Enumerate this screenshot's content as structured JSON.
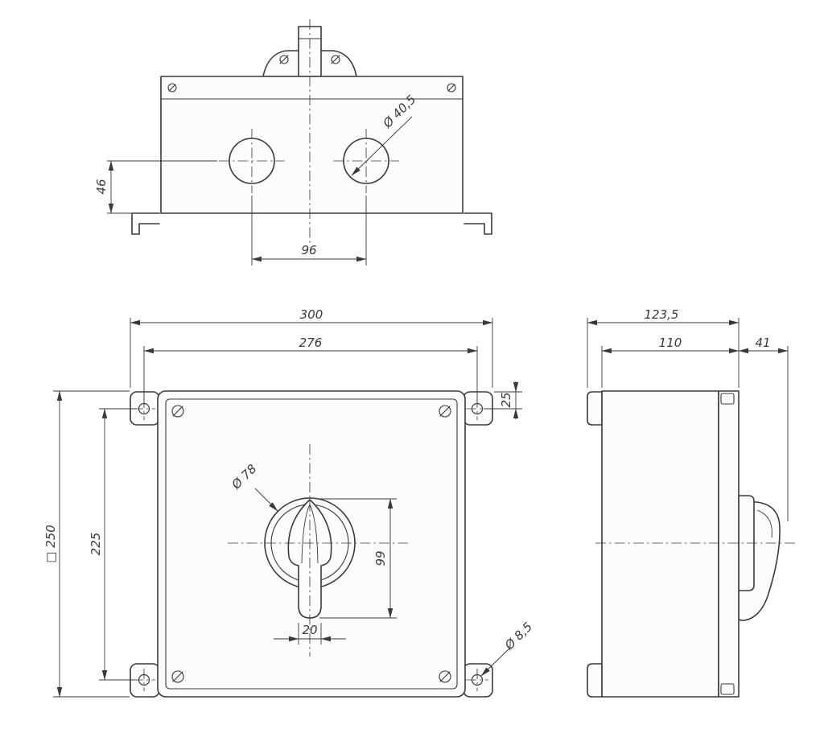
{
  "colors": {
    "line": "#3a3a3a",
    "face": "#fcfcfc",
    "bg": "#ffffff"
  },
  "drawing": {
    "views": {
      "top": {
        "dims": {
          "hole_diameter": "Ø 40,5",
          "hole_center_offset": "46",
          "hole_spacing": "96"
        }
      },
      "front": {
        "dims": {
          "overall_width": "300",
          "mount_hole_spacing_x": "276",
          "corner_hole_offset": "25",
          "overall_size": "□ 250",
          "mount_hole_spacing_y": "225",
          "handle_diameter": "Ø 78",
          "handle_length": "99",
          "handle_width": "20",
          "mount_hole_diameter": "Ø 8,5"
        }
      },
      "side": {
        "dims": {
          "overall_depth": "123,5",
          "body_depth": "110",
          "handle_projection": "41"
        }
      }
    }
  }
}
